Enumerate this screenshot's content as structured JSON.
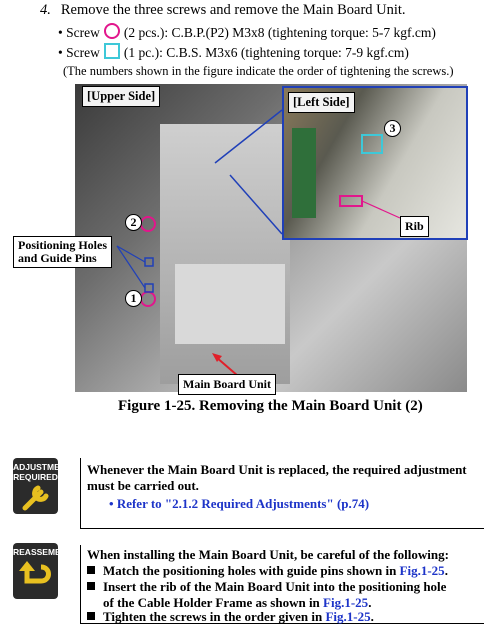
{
  "step": {
    "number": "4.",
    "text": "Remove the three screws and remove the Main Board Unit."
  },
  "screws": [
    {
      "prefix": "Screw",
      "text": "(2 pcs.): C.B.P.(P2) M3x8 (tightening torque: 5-7 kgf.cm)"
    },
    {
      "prefix": "Screw",
      "text": "(1 pc.): C.B.S. M3x6 (tightening torque: 7-9 kgf.cm)"
    }
  ],
  "note": "(The numbers shown in the figure indicate the order of tightening the screws.)",
  "figure": {
    "upper_side": "[Upper Side]",
    "left_side": "[Left Side]",
    "positioning": [
      "Positioning Holes",
      "and Guide Pins"
    ],
    "rib": "Rib",
    "main_board": "Main Board Unit",
    "n1": "1",
    "n2": "2",
    "n3": "3",
    "caption": "Figure 1-25.  Removing the Main Board Unit (2)"
  },
  "adjustment": {
    "icon": [
      "ADJUSTMENT",
      "REQUIRED"
    ],
    "line1": "Whenever the Main Board Unit is replaced, the required adjustment",
    "line2": "must be carried out.",
    "ref": "Refer to \"2.1.2 Required Adjustments\" (p.74)"
  },
  "reassembly": {
    "icon": "REASSEMBLY",
    "intro": "When installing the Main Board Unit, be careful of the following:",
    "item1_a": "Match the positioning holes with guide pins shown in ",
    "item1_link": "Fig.1-25",
    "item2_a": "Insert the rib of the Main Board Unit into the positioning hole",
    "item2_b": "of the Cable Holder Frame as shown in ",
    "item2_link": "Fig.1-25",
    "item3_a": "Tighten the screws in the order given in ",
    "item3_link": "Fig.1-25",
    "period": "."
  },
  "colors": {
    "pink": "#e2168c",
    "cyan": "#3ec8d8",
    "blue": "#2040b8",
    "red": "#e0202a"
  }
}
